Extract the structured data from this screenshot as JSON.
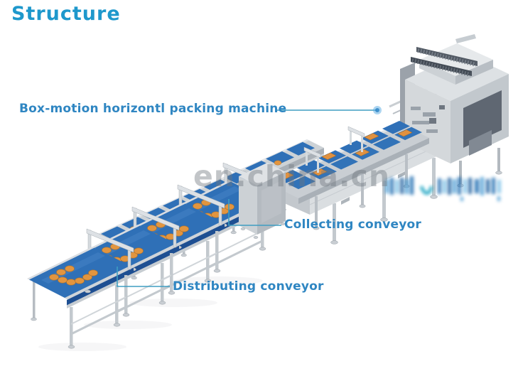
{
  "title": "Structure",
  "labels": {
    "packing_machine": "Box-motion horizontl packing machine",
    "collecting_conveyor": "Collecting conveyor",
    "distributing_conveyor": "Distributing conveyor"
  },
  "watermarks": {
    "site_text": "en.china.cn"
  },
  "colors": {
    "title_blue": "#1e98cc",
    "label_blue": "#2f86c2",
    "leader_line": "#3e9ec2",
    "belt_blue": "#2f70b7",
    "belt_dark_blue": "#1e4f92",
    "product_orange": "#e2953f",
    "frame_silver": "#cdd2d7",
    "machine_light": "#e9ecee",
    "machine_mid": "#d2d6da",
    "machine_dark_panel": "#5f6772",
    "watermark_grey": "#6f767e",
    "watermark_blue": "#2277bb",
    "background": "#ffffff"
  }
}
